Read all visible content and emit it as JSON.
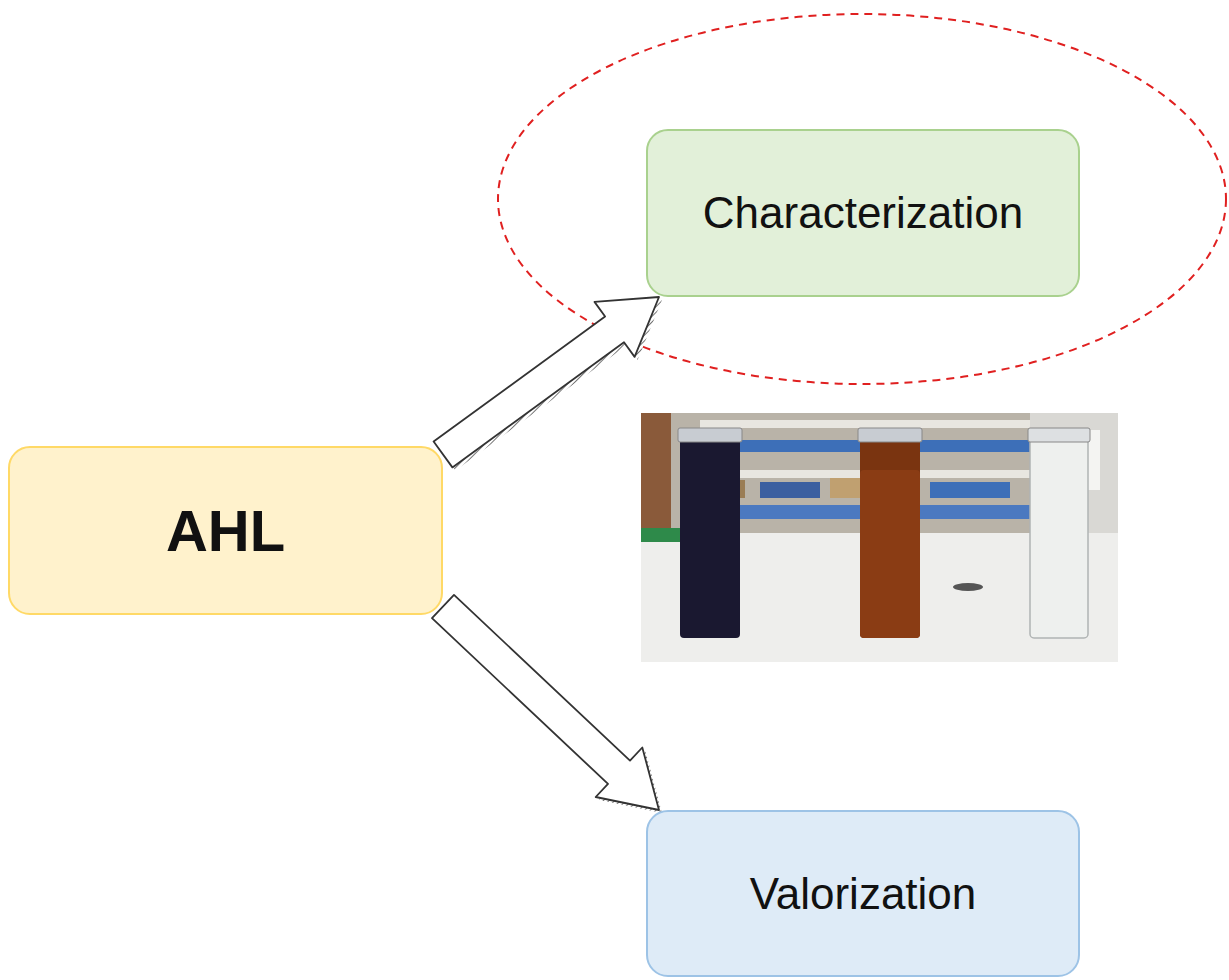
{
  "diagram": {
    "nodes": [
      {
        "text": [
          "AHL"
        ]
      },
      {
        "text": [
          "Characterization"
        ]
      },
      {
        "text": [
          "Valorization"
        ]
      }
    ],
    "edges": [
      {
        "from": 0,
        "to": 1,
        "arrow": "to"
      },
      {
        "from": 0,
        "to": 2,
        "arrow": "to"
      }
    ]
  }
}
